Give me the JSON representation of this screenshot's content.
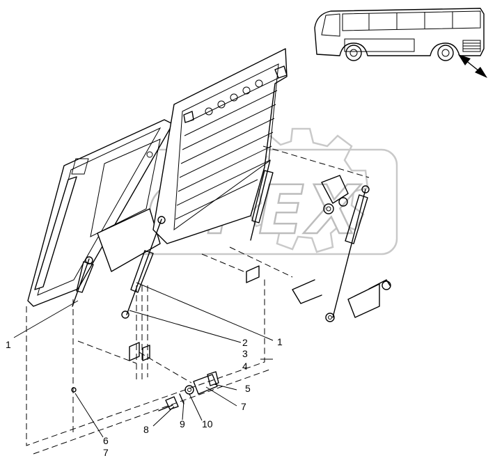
{
  "watermark": {
    "text": "OPEX"
  },
  "callouts": [
    {
      "id": "c1a",
      "text": "1"
    },
    {
      "id": "c1b",
      "text": "1"
    },
    {
      "id": "c2",
      "text": "2"
    },
    {
      "id": "c3",
      "text": "3"
    },
    {
      "id": "c4",
      "text": "4"
    },
    {
      "id": "c5",
      "text": "5"
    },
    {
      "id": "c6",
      "text": "6"
    },
    {
      "id": "c7a",
      "text": "7"
    },
    {
      "id": "c7b",
      "text": "7"
    },
    {
      "id": "c8",
      "text": "8"
    },
    {
      "id": "c9",
      "text": "9"
    },
    {
      "id": "c10",
      "text": "10"
    }
  ]
}
